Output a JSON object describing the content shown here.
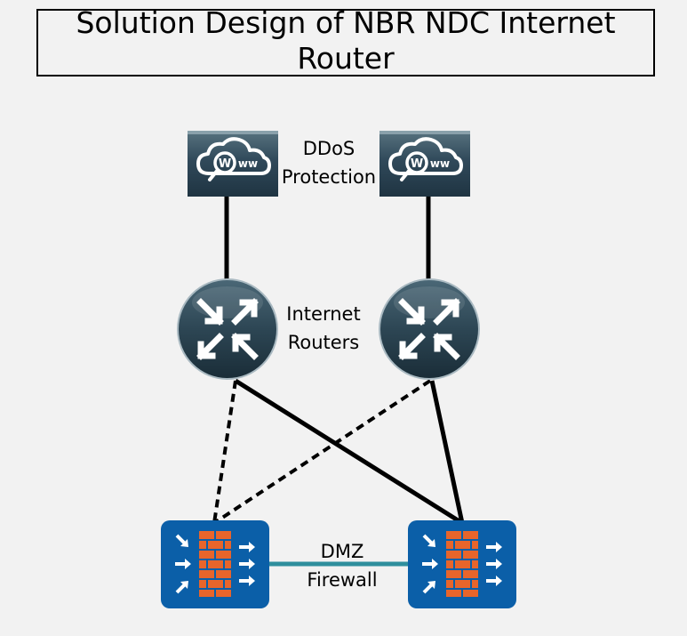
{
  "title": "Solution Design of NBR NDC Internet Router",
  "labels": {
    "ddos": "DDoS Protection",
    "routers": "Internet Routers",
    "firewall": "DMZ Firewall"
  },
  "icons": {
    "ddos_appliance": "www-cloud-icon",
    "router": "router-icon",
    "firewall": "firewall-icon"
  },
  "colors": {
    "background": "#f2f2f2",
    "firewall_body": "#0b5fa8",
    "firewall_bricks": "#e8652b",
    "router_body": "#27414f",
    "ddos_body": "#2c4657",
    "ha_link": "#2f8f9d"
  }
}
